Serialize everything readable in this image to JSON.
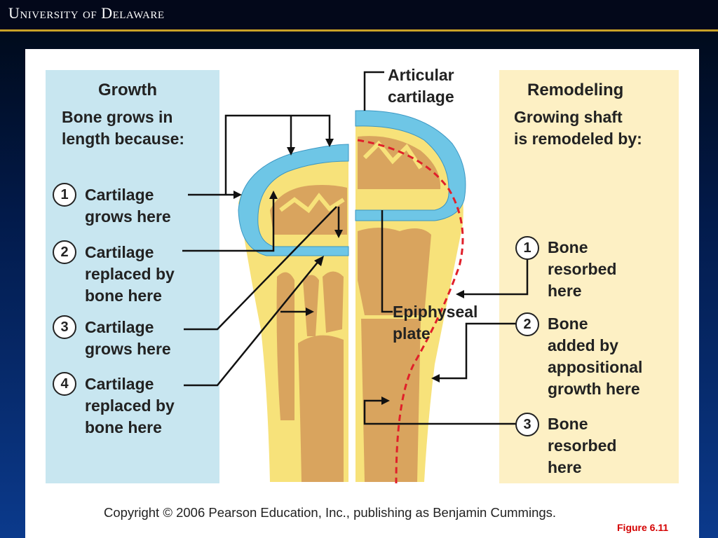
{
  "header": {
    "logo_text": "University of Delaware"
  },
  "growth": {
    "title": "Growth",
    "intro": "Bone grows in\nlength because:",
    "steps": [
      {
        "number": "1",
        "text": "Cartilage\ngrows here"
      },
      {
        "number": "2",
        "text": "Cartilage\nreplaced by\nbone here"
      },
      {
        "number": "3",
        "text": "Cartilage\ngrows here"
      },
      {
        "number": "4",
        "text": "Cartilage\nreplaced by\nbone here"
      }
    ]
  },
  "remodeling": {
    "title": "Remodeling",
    "intro": "Growing shaft\nis remodeled by:",
    "steps": [
      {
        "number": "1",
        "text": "Bone\nresorbed\nhere"
      },
      {
        "number": "2",
        "text": "Bone\nadded by\nappositional\ngrowth here"
      },
      {
        "number": "3",
        "text": "Bone\nresorbed\nhere"
      }
    ]
  },
  "labels": {
    "articular_cartilage": "Articular\ncartilage",
    "epiphyseal_plate": "Epiphyseal\nplate"
  },
  "colors": {
    "growth_box": "#c8e6f0",
    "remodel_box": "#fdf0c4",
    "cartilage": "#6ec6e6",
    "bone_light": "#f7e27a",
    "bone_spongy": "#d9a45e",
    "remodel_line": "#e0202a",
    "figure_label": "#d40000"
  },
  "footer": {
    "copyright": "Copyright © 2006 Pearson Education, Inc., publishing as Benjamin Cummings.",
    "figure": "Figure 6.11"
  }
}
